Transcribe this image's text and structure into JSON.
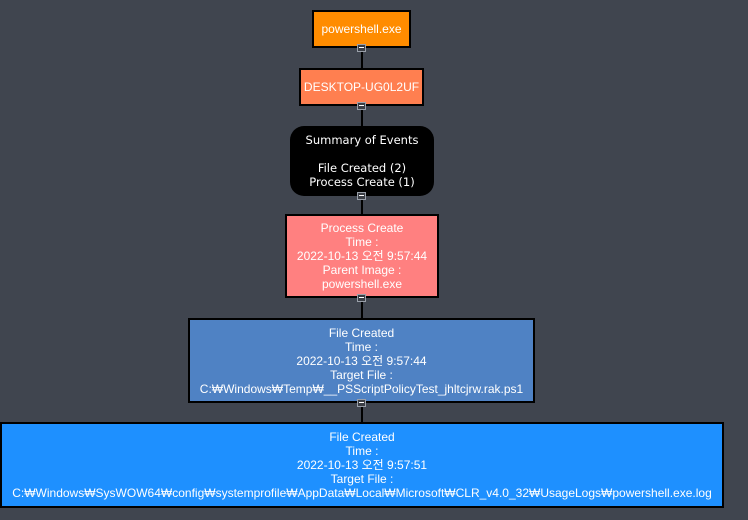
{
  "graph": {
    "root": {
      "label": "powershell.exe",
      "color": "#ff8c00"
    },
    "host": {
      "label": "DESKTOP-UG0L2UF",
      "color": "#ff7f50"
    },
    "summary": {
      "title": "Summary of Events",
      "items": [
        "File Created (2)",
        "Process Create (1)"
      ],
      "color": "#000000"
    },
    "events": [
      {
        "type": "Process Create",
        "time_label": "Time :",
        "time": "2022-10-13 오전 9:57:44",
        "detail_label": "Parent Image :",
        "detail": "powershell.exe",
        "color": "#ff8080"
      },
      {
        "type": "File Created",
        "time_label": "Time :",
        "time": "2022-10-13 오전 9:57:44",
        "detail_label": "Target File :",
        "detail": "C:₩Windows₩Temp₩__PSScriptPolicyTest_jhltcjrw.rak.ps1",
        "color": "#4f82c4"
      },
      {
        "type": "File Created",
        "time_label": "Time :",
        "time": "2022-10-13 오전 9:57:51",
        "detail_label": "Target File :",
        "detail": "C:₩Windows₩SysWOW64₩config₩systemprofile₩AppData₩Local₩Microsoft₩CLR_v4.0_32₩UsageLogs₩powershell.exe.log",
        "color": "#1e90ff"
      }
    ]
  },
  "icons": {
    "collapse": "collapse-icon"
  },
  "theme": {
    "background": "#40454f",
    "node_text": "#ffffff",
    "edge": "#000000"
  }
}
